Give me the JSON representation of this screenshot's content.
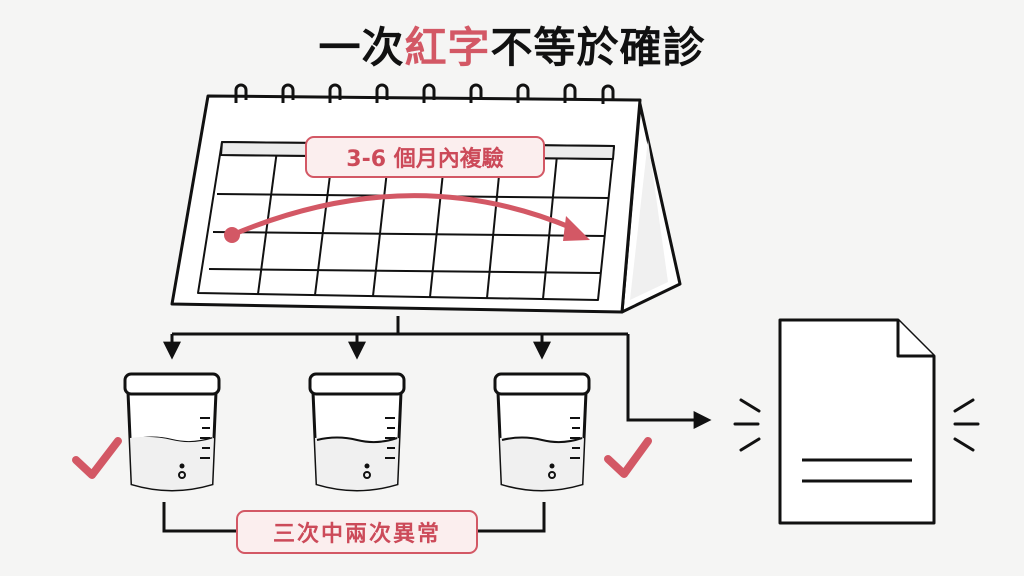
{
  "title": {
    "prefix": "一次",
    "highlight": "紅字",
    "suffix": "不等於確診"
  },
  "calendar_label": "3-6 個月內複驗",
  "result_label": "三次中兩次異常",
  "colors": {
    "accent": "#d35865",
    "check": "#d35865",
    "ink": "#111111",
    "background": "#f5f5f4"
  },
  "icons": [
    "calendar-icon",
    "specimen-cup-icon",
    "check-icon",
    "document-icon"
  ]
}
